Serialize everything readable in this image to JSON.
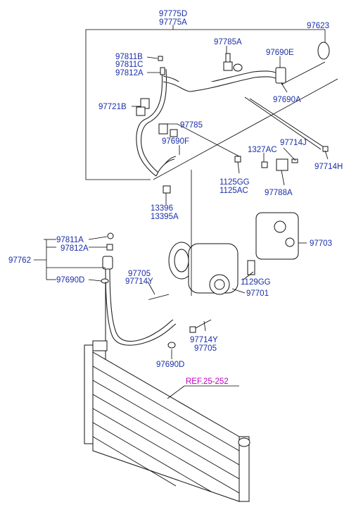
{
  "labels": {
    "p97775D": "97775D",
    "p97775A": "97775A",
    "p97623": "97623",
    "p97785A": "97785A",
    "p97811B": "97811B",
    "p97811C": "97811C",
    "p97812A_top": "97812A",
    "p97690E": "97690E",
    "p97690A": "97690A",
    "p97721B": "97721B",
    "p97785": "97785",
    "p97690F": "97690F",
    "p97714J": "97714J",
    "p1327AC": "1327AC",
    "p97714H": "97714H",
    "p1125GG": "1125GG",
    "p1125AC": "1125AC",
    "p97788A": "97788A",
    "p13396": "13396",
    "p13395A": "13395A",
    "p97811A": "97811A",
    "p97812A_low": "97812A",
    "p97762": "97762",
    "p97690D_left": "97690D",
    "p97703": "97703",
    "p97705_left": "97705",
    "p97714Y_left": "97714Y",
    "p1129GG": "1129GG",
    "p97701": "97701",
    "p97714Y_right": "97714Y",
    "p97705_right": "97705",
    "p97690D_bottom": "97690D",
    "ref": "REF.25-252"
  },
  "colors": {
    "label": "#1a2ea8",
    "reference": "#c000c0",
    "line": "#000000"
  }
}
